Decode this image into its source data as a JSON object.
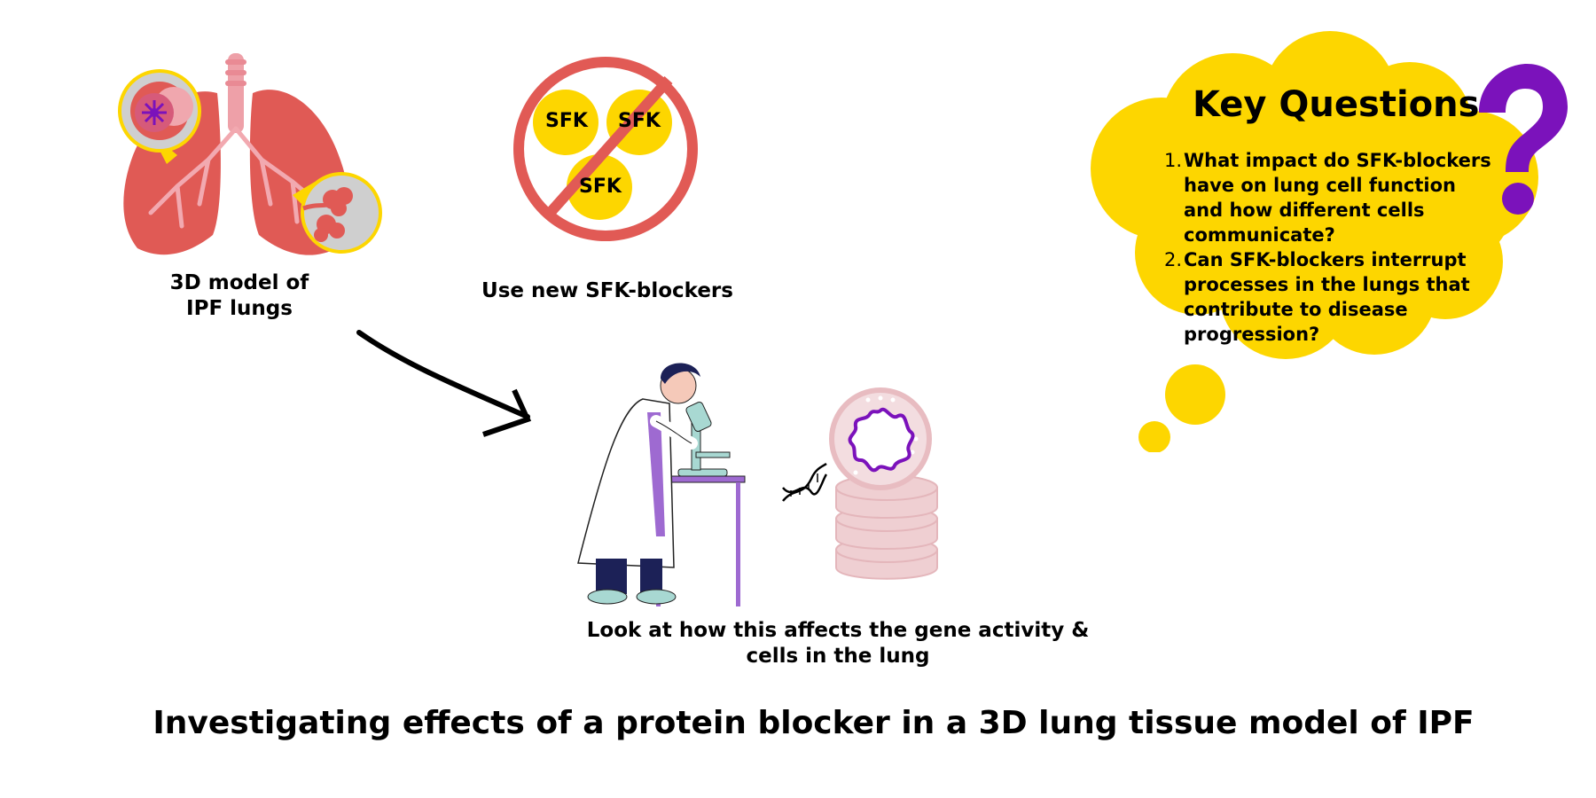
{
  "lungs": {
    "caption": "3D model of IPF lungs"
  },
  "blocker": {
    "caption": "Use new SFK-blockers",
    "badge_labels": [
      "SFK",
      "SFK",
      "SFK"
    ]
  },
  "lab": {
    "caption": "Look at how this affects the gene activity & cells in the lung"
  },
  "key_questions": {
    "title": "Key Questions",
    "items": [
      {
        "number": "1.",
        "text": "What impact do SFK-blockers have on lung cell function and how different cells communicate?"
      },
      {
        "number": "2.",
        "text": "Can SFK-blockers interrupt processes in the lungs that contribute to disease progression?"
      }
    ]
  },
  "footer": {
    "title": "Investigating effects of a protein blocker in a 3D lung tissue model of IPF"
  },
  "colors": {
    "lung": "#e05a55",
    "bubble": "#fdd600",
    "question_mark": "#7b12bb",
    "ban_ring": "#e15a55"
  }
}
